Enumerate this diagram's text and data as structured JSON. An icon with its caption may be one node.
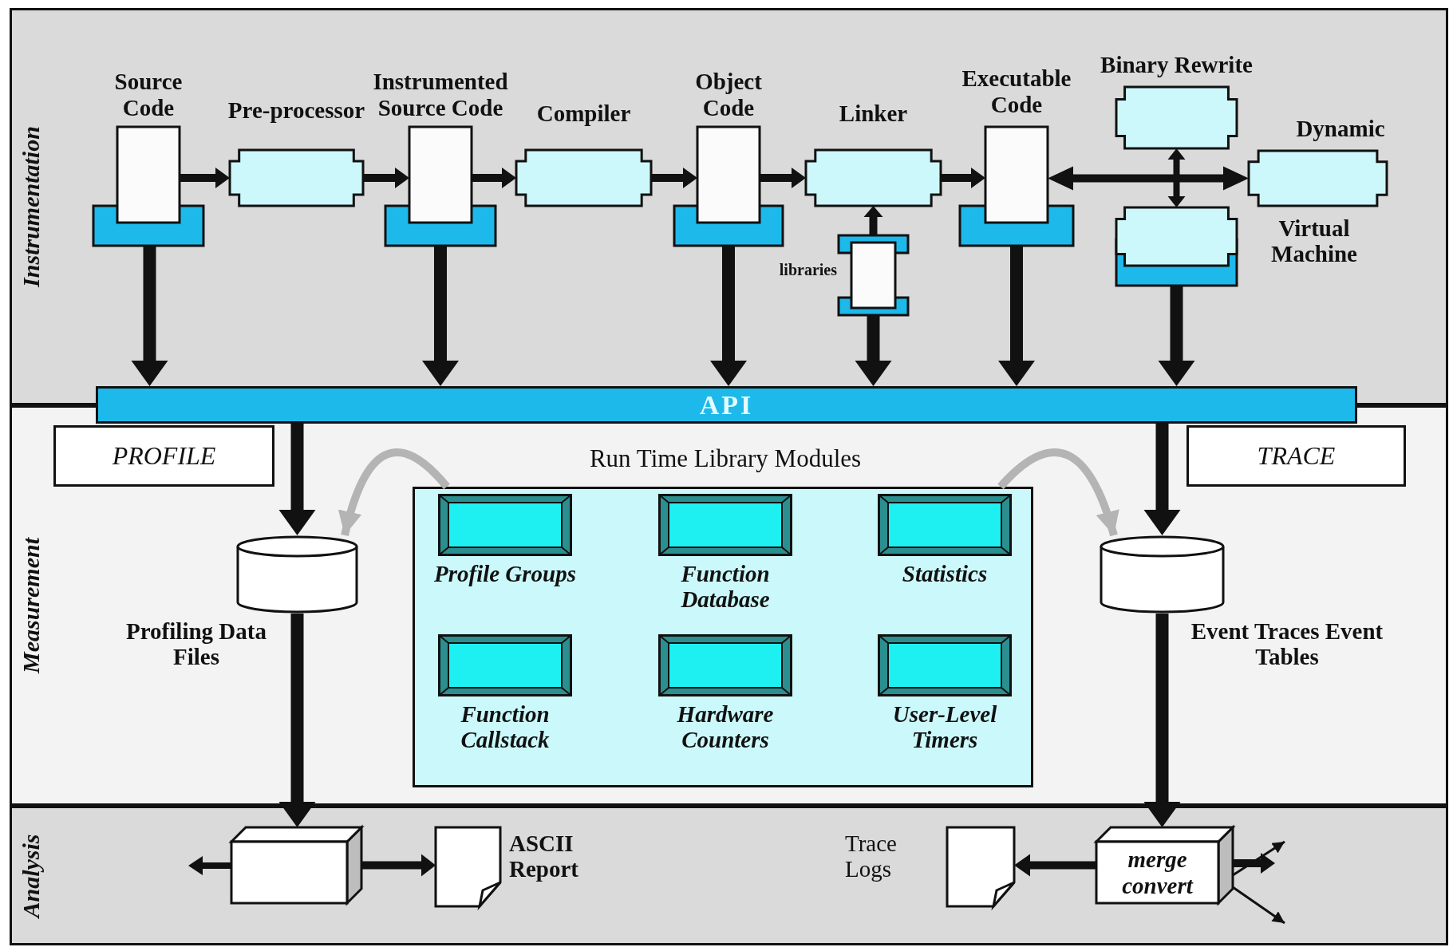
{
  "diagram": {
    "nodes": [
      {
        "text": [
          "Instrumentation"
        ]
      },
      {
        "text": [
          "Measurement"
        ]
      },
      {
        "text": [
          "Analysis"
        ]
      },
      {
        "text": [
          "Source Code"
        ],
        "in": 0
      },
      {
        "text": [
          "Pre-processor"
        ],
        "in": 0
      },
      {
        "text": [
          "Instrumented Source Code"
        ],
        "in": 0
      },
      {
        "text": [
          "Compiler"
        ],
        "in": 0
      },
      {
        "text": [
          "Object Code"
        ],
        "in": 0
      },
      {
        "text": [
          "Linker"
        ],
        "in": 0
      },
      {
        "text": [
          "libraries"
        ],
        "in": 0
      },
      {
        "text": [
          "Executable Code"
        ],
        "in": 0
      },
      {
        "text": [
          "Binary Rewrite"
        ],
        "in": 0
      },
      {
        "text": [
          "Dynamic"
        ],
        "in": 0
      },
      {
        "text": [
          "Virtual Machine"
        ],
        "in": 0
      },
      {
        "text": [
          "API"
        ]
      },
      {
        "text": [
          "PROFILE"
        ],
        "in": 1
      },
      {
        "text": [
          "TRACE"
        ],
        "in": 1
      },
      {
        "text": [
          "Run Time Library Modules"
        ],
        "in": 1
      },
      {
        "text": [
          "Profile Groups"
        ],
        "in": 17
      },
      {
        "text": [
          "Function Database"
        ],
        "in": 17
      },
      {
        "text": [
          "Statistics"
        ],
        "in": 17
      },
      {
        "text": [
          "Function Callstack"
        ],
        "in": 17
      },
      {
        "text": [
          "Hardware Counters"
        ],
        "in": 17
      },
      {
        "text": [
          "User-Level Timers"
        ],
        "in": 17
      },
      {
        "text": [
          "Profiling Data Files"
        ],
        "in": 1
      },
      {
        "text": [
          "Event Traces Event Tables"
        ],
        "in": 1
      },
      {
        "text": [],
        "shape": "box",
        "in": 2
      },
      {
        "text": [
          "ASCII Report"
        ],
        "in": 2
      },
      {
        "text": [
          "Trace Logs"
        ],
        "in": 2
      },
      {
        "text": [
          "merge convert"
        ],
        "in": 2
      }
    ],
    "edges": [
      {
        "from": 3,
        "to": 4,
        "arrow": "to",
        "style": "thick"
      },
      {
        "from": 4,
        "to": 5,
        "arrow": "to",
        "style": "thick"
      },
      {
        "from": 5,
        "to": 6,
        "arrow": "to",
        "style": "thick"
      },
      {
        "from": 6,
        "to": 7,
        "arrow": "to",
        "style": "thick"
      },
      {
        "from": 7,
        "to": 8,
        "arrow": "to",
        "style": "thick"
      },
      {
        "from": 8,
        "to": 10,
        "arrow": "to",
        "style": "thick"
      },
      {
        "from": 9,
        "to": 8,
        "arrow": "to",
        "style": "thick"
      },
      {
        "from": 10,
        "to": 12,
        "arrow": "both",
        "style": "thick"
      },
      {
        "from": 11,
        "to": 13,
        "arrow": "both",
        "style": "thick"
      },
      {
        "from": 3,
        "to": 14,
        "arrow": "to",
        "style": "thick"
      },
      {
        "from": 5,
        "to": 14,
        "arrow": "to",
        "style": "thick"
      },
      {
        "from": 7,
        "to": 14,
        "arrow": "to",
        "style": "thick"
      },
      {
        "from": 9,
        "to": 14,
        "arrow": "to",
        "style": "thick"
      },
      {
        "from": 10,
        "to": 14,
        "arrow": "to",
        "style": "thick"
      },
      {
        "from": 13,
        "to": 14,
        "arrow": "to",
        "style": "thick"
      },
      {
        "from": 14,
        "to": 24,
        "arrow": "to",
        "style": "thick"
      },
      {
        "from": 14,
        "to": 25,
        "arrow": "to",
        "style": "thick"
      },
      {
        "from": 24,
        "to": 26,
        "arrow": "to",
        "style": "thick"
      },
      {
        "from": 25,
        "to": 29,
        "arrow": "to",
        "style": "thick"
      },
      {
        "from": 26,
        "to": null,
        "arrow": "to",
        "style": "thick"
      },
      {
        "from": 26,
        "to": 27,
        "arrow": "to",
        "style": "thick"
      },
      {
        "from": 29,
        "to": 28,
        "arrow": "to",
        "style": "thick"
      },
      {
        "from": 29,
        "to": null,
        "arrow": "to",
        "style": "thick"
      },
      {
        "from": 29,
        "to": null,
        "arrow": "to"
      },
      {
        "from": 29,
        "to": null,
        "arrow": "to"
      },
      {
        "from": 17,
        "to": 24,
        "arrow": "to",
        "style": "thick",
        "color": "#b4b4b4"
      },
      {
        "from": 17,
        "to": 25,
        "arrow": "to",
        "style": "thick",
        "color": "#b4b4b4"
      }
    ]
  }
}
